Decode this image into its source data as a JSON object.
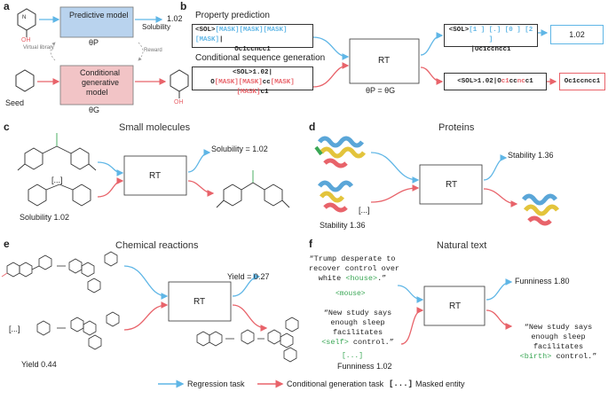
{
  "panel_a": {
    "label": "a",
    "predictive_model": "Predictive model",
    "predictive_theta": "θP",
    "generative_model_line1": "Conditional",
    "generative_model_line2": "generative",
    "generative_model_line3": "model",
    "generative_theta": "θG",
    "solubility_label": "Solubility",
    "value": "1.02",
    "virtual_library": "Virtual library",
    "reward": "Reward",
    "seed": "Seed",
    "oh_top": "OH",
    "oh_bottom": "OH",
    "n_label": "N"
  },
  "panel_b": {
    "label": "b",
    "property_prediction": "Property prediction",
    "conditional_sequence_generation": "Conditional sequence generation",
    "seq_pred_l1_a": "<SOL>",
    "seq_pred_l1_b": "[MASK][MASK][MASK][MASK]",
    "seq_pred_l1_c": "|",
    "seq_pred_l2": "Oc1ccncc1",
    "seq_gen_l1": "<SOL>1.02|",
    "seq_gen_l2_a": "O",
    "seq_gen_l2_b": "[MASK][MASK]",
    "seq_gen_l2_c": "cc",
    "seq_gen_l2_d": "[MASK][MASK]",
    "seq_gen_l2_e": "c1",
    "rt": "RT",
    "theta": "θP = θG",
    "out_pred_l1_a": "<SOL>",
    "out_pred_l1_b": "[1 ] [.] [0 ] [2 ]",
    "out_pred_l2": "|Oc1ccncc1",
    "out_pred_value": "1.02",
    "out_gen_a": "<SOL>1.02|O",
    "out_gen_b": "c1",
    "out_gen_c": "cc",
    "out_gen_d": "nc",
    "out_gen_e": "c1",
    "out_gen_value": "Oc1ccncc1"
  },
  "panel_c": {
    "label": "c",
    "title": "Small molecules",
    "rt": "RT",
    "output": "Solubility = 1.02",
    "input_label": "Solubility 1.02",
    "mask": "[...]"
  },
  "panel_d": {
    "label": "d",
    "title": "Proteins",
    "rt": "RT",
    "output": "Stability 1.36",
    "input_label": "Stability 1.36",
    "mask": "[...]"
  },
  "panel_e": {
    "label": "e",
    "title": "Chemical reactions",
    "rt": "RT",
    "output": "Yield = 0.27",
    "input_label": "Yield 0.44",
    "mask": "[...]"
  },
  "panel_f": {
    "label": "f",
    "title": "Natural text",
    "rt": "RT",
    "output": "Funniness 1.80",
    "input_label": "Funniness 1.02",
    "q1_l1": "“Trump desperate to",
    "q1_l2": "recover control over",
    "q1_l3a": "white ",
    "q1_l3b": "<house>",
    "q1_l3c": ".”",
    "q1_token": "<mouse>",
    "q2_l1": "“New study says",
    "q2_l2": "enough sleep",
    "q2_l3": "facilitates",
    "q2_l4a": "<self>",
    "q2_l4b": " control.”",
    "q2_mask": "[...]",
    "out_l1": "“New study says",
    "out_l2": "enough sleep",
    "out_l3": "facilitates",
    "out_l4a": "<birth>",
    "out_l4b": " control.”"
  },
  "legend": {
    "regression": "Regression task",
    "conditional": "Conditional generation task",
    "mask_symbol": "[...]",
    "masked_entity": "Masked entity"
  },
  "colors": {
    "blue": "#5fb6e6",
    "red": "#e8636a",
    "green": "#3aa755",
    "predictive_fill": "#b9d3ee",
    "generative_fill": "#f2c4c6"
  }
}
